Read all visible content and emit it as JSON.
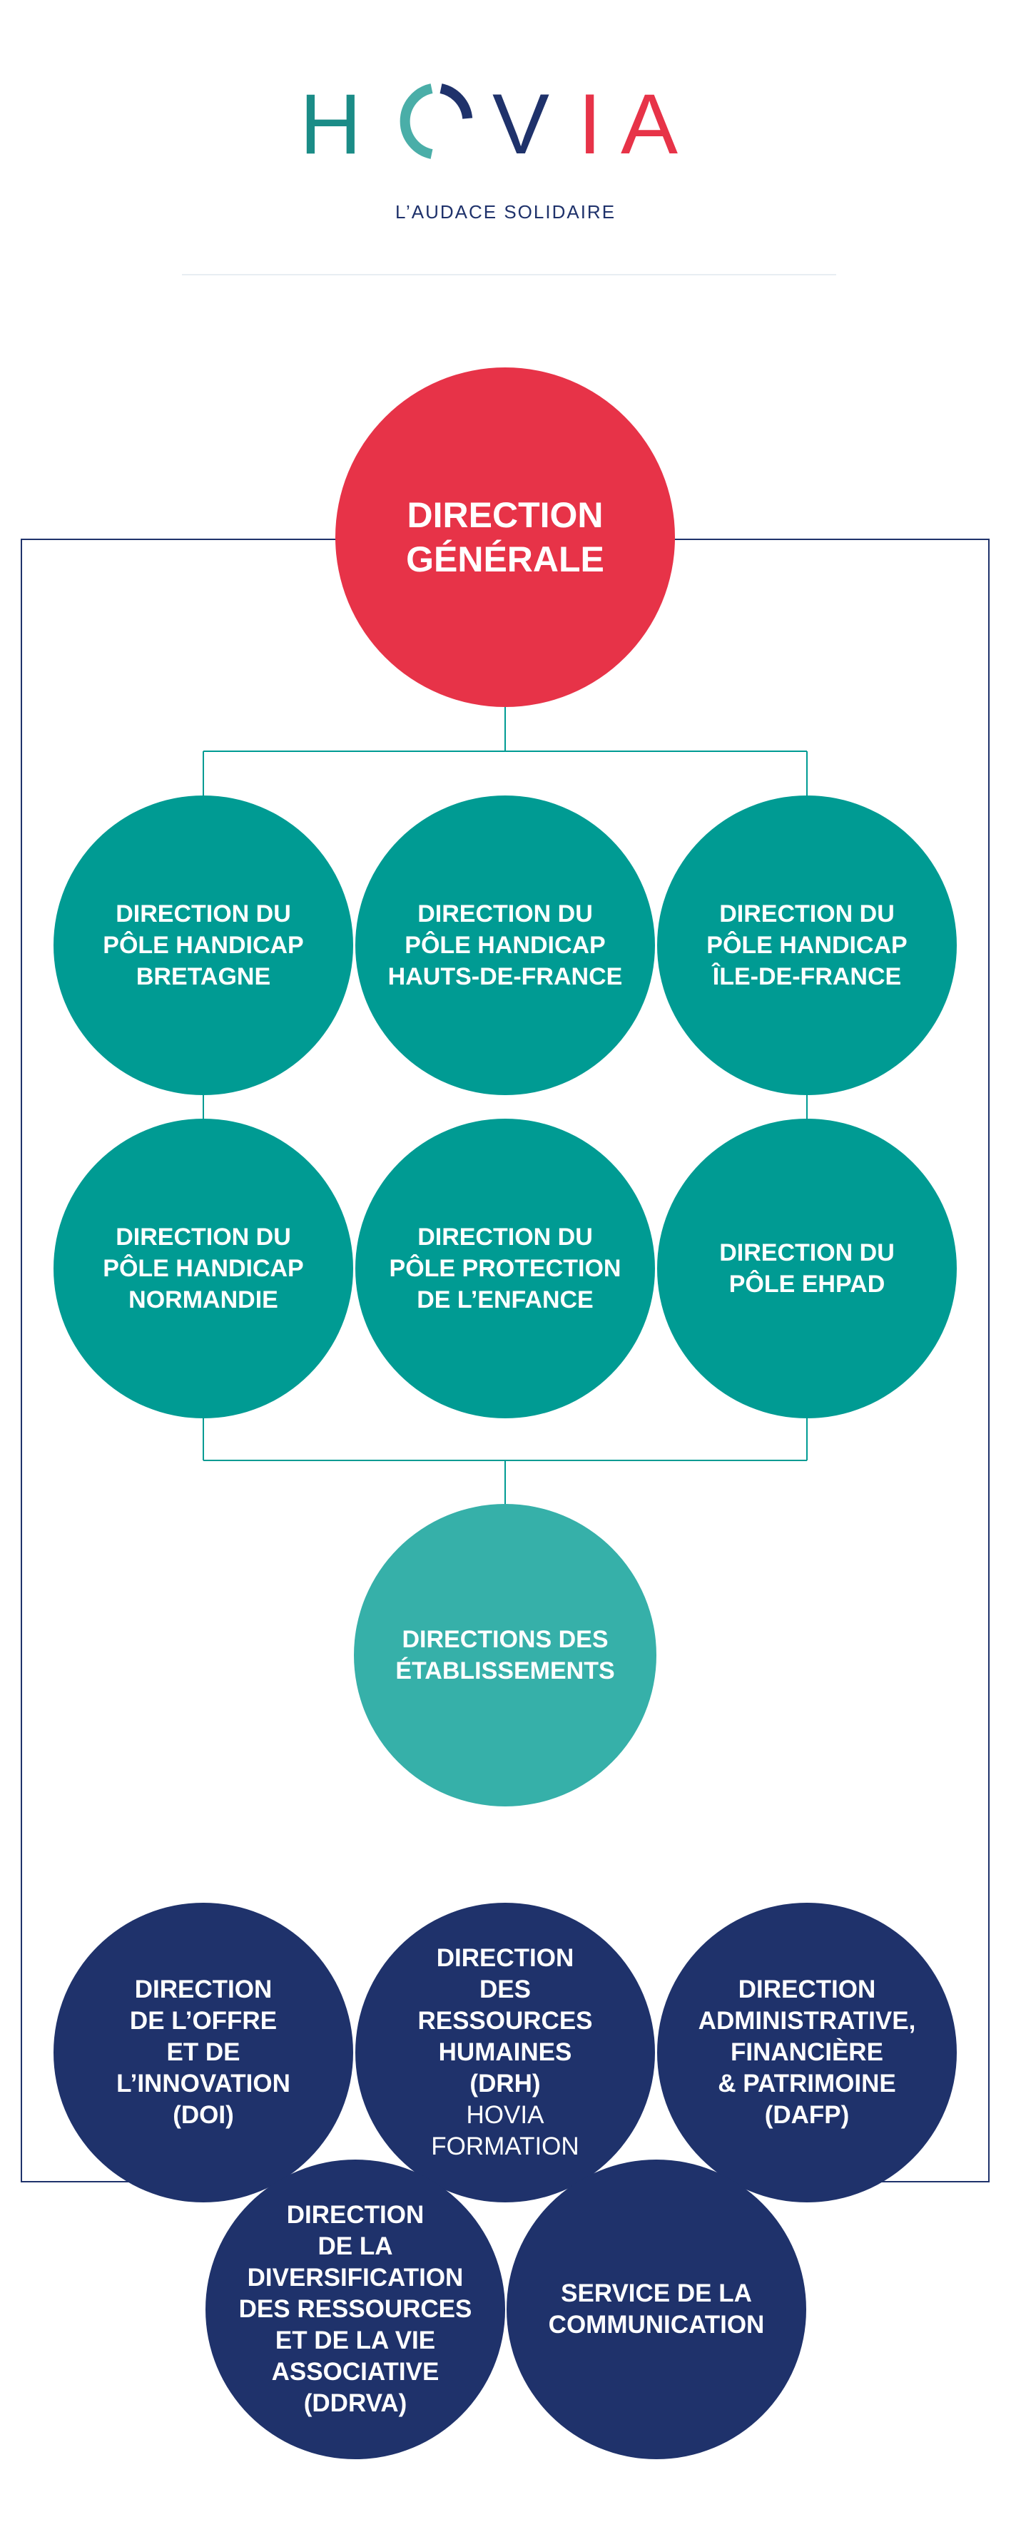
{
  "logo": {
    "letters": [
      "H",
      "O",
      "V",
      "I",
      "A"
    ],
    "tagline": "L’AUDACE SOLIDAIRE",
    "colors": {
      "h": "#1b8c87",
      "o_left": "#4aaea8",
      "o_right": "#1f326b",
      "v": "#1f326b",
      "i": "#e73348",
      "a": "#e73348"
    }
  },
  "colors": {
    "red": "#e73348",
    "teal": "#009b93",
    "teal_light": "#36b0a9",
    "navy": "#1f326b",
    "connector": "#009b93",
    "frame": "#1f326b"
  },
  "direction_generale": {
    "label": "DIRECTION\nGÉNÉRALE"
  },
  "poles": [
    {
      "label": "DIRECTION DU\nPÔLE HANDICAP\nBRETAGNE"
    },
    {
      "label": "DIRECTION DU\nPÔLE HANDICAP\nHAUTS-DE-FRANCE"
    },
    {
      "label": "DIRECTION DU\nPÔLE HANDICAP\nÎLE-DE-FRANCE"
    },
    {
      "label": "DIRECTION DU\nPÔLE HANDICAP\nNORMANDIE"
    },
    {
      "label": "DIRECTION  DU\nPÔLE PROTECTION\nDE L’ENFANCE"
    },
    {
      "label": "DIRECTION DU\nPÔLE EHPAD"
    }
  ],
  "etablissements": {
    "label": "DIRECTIONS DES\nÉTABLISSEMENTS"
  },
  "supports": [
    {
      "label": "DIRECTION\nDE L’OFFRE\nET DE\nL’INNOVATION\n(DOI)",
      "sub": ""
    },
    {
      "label": "DIRECTION\nDES\nRESSOURCES\nHUMAINES\n(DRH)",
      "sub": "HOVIA\nFORMATION"
    },
    {
      "label": "DIRECTION\nADMINISTRATIVE,\nFINANCIÈRE\n& PATRIMOINE\n(DAFP)",
      "sub": ""
    },
    {
      "label": "DIRECTION\nDE LA\nDIVERSIFICATION\nDES RESSOURCES\nET DE LA VIE\nASSOCIATIVE\n(DDRVA)",
      "sub": ""
    },
    {
      "label": "SERVICE DE LA\nCOMMUNICATION",
      "sub": ""
    }
  ]
}
